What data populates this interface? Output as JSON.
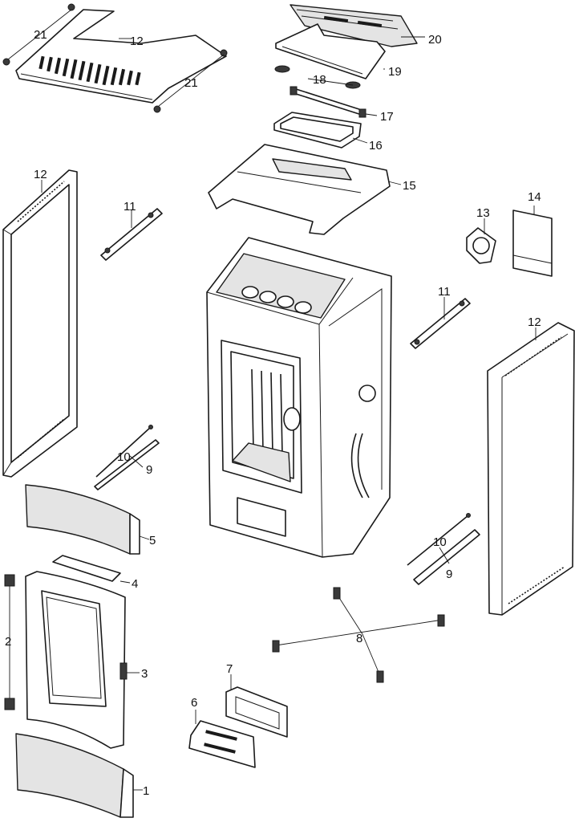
{
  "callouts": {
    "c1": "1",
    "c2": "2",
    "c3": "3",
    "c4": "4",
    "c5": "5",
    "c6": "6",
    "c7": "7",
    "c8": "8",
    "c9a": "9",
    "c9b": "9",
    "c10a": "10",
    "c10b": "10",
    "c11a": "11",
    "c11b": "11",
    "c12top": "12",
    "c12left": "12",
    "c12right": "12",
    "c13": "13",
    "c14": "14",
    "c15": "15",
    "c16": "16",
    "c17": "17",
    "c18": "18",
    "c19": "19",
    "c20": "20",
    "c21a": "21",
    "c21b": "21"
  }
}
